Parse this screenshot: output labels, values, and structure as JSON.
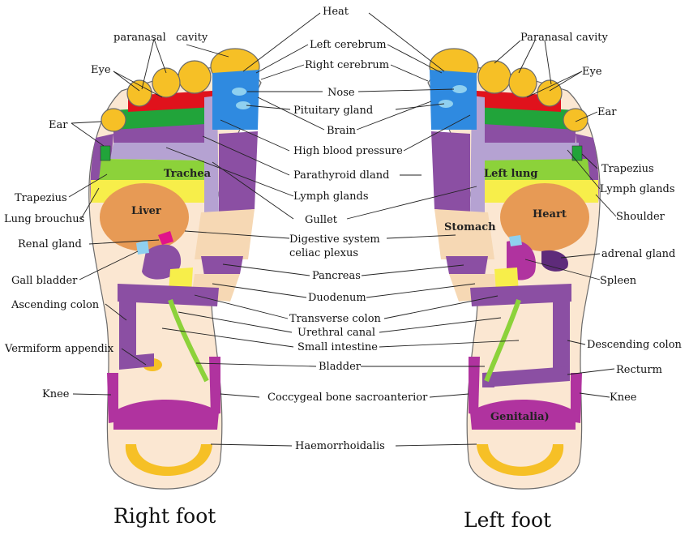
{
  "labels": {
    "heat": "Heat",
    "paranasal_cavity_right": "paranasal   cavity",
    "left_cerebrum": "Left cerebrum",
    "right_cerebrum": "Right cerebrum",
    "paranasal_cavity_left": "Paranasal cavity",
    "eye": "Eye",
    "nose": "Nose",
    "pituitary_gland": "Pituitary gland",
    "ear": "Ear",
    "brain": "Brain",
    "high_blood_pressure": "High blood pressure",
    "trachea": "Trachea",
    "parathyroid_gland": "Parathyroid dland",
    "left_lung": "Left lung",
    "trapezius": "Trapezius",
    "lymph_glands": "Lymph glands",
    "lung_bronchus": "Lung brouchus",
    "liver": "Liver",
    "heart": "Heart",
    "shoulder": "Shoulder",
    "gullet": "Gullet",
    "stomach": "Stomach",
    "renal_gland": "Renal gland",
    "digestive_system": "Digestive system",
    "celiac_plexus": "celiac plexus",
    "adrenal_gland": "adrenal gland",
    "gall_bladder": "Gall bladder",
    "pancreas": "Pancreas",
    "spleen": "Spleen",
    "duodenum": "Duodenum",
    "ascending_colon": "Ascending colon",
    "transverse_colon": "Transverse colon",
    "urethral_canal": "Urethral canal",
    "small_intestine": "Small intestine",
    "vermiform_appendix": "Vermiform appendix",
    "descending_colon": "Descending colon",
    "bladder": "Bladder",
    "recturm": "Recturm",
    "knee": "Knee",
    "coccygeal": "Coccygeal bone sacroanterior",
    "genitalia": "Genitalia)",
    "haemorrhoidalis": "Haemorrhoidalis"
  },
  "titles": {
    "right_foot": "Right foot",
    "left_foot": "Left foot"
  },
  "colors": {
    "toe_yellow": "#f6c026",
    "toe_blue": "#2f8ae0",
    "red": "#e0121c",
    "green": "#21a43a",
    "purple": "#8b4fa3",
    "light_purple": "#b5a2d2",
    "magenta": "#b0339f",
    "lime": "#8cd23a",
    "pale_yellow": "#f7ee4a",
    "orange": "#e79a55",
    "peach": "#f6d8b4",
    "skin": "#fbe7d2",
    "light_blue": "#8fd0f0",
    "dark_purple": "#5e2b7a"
  }
}
